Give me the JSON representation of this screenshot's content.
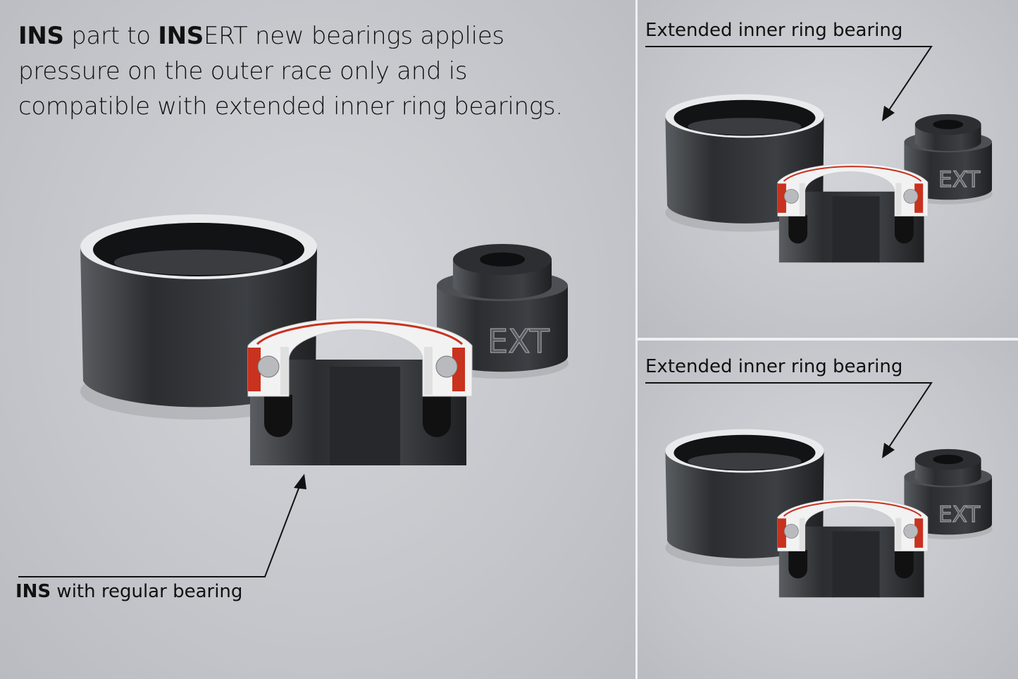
{
  "headline": {
    "line1_bold1": "INS",
    "line1_text1": " part to ",
    "line1_bold2": "INS",
    "line1_text2": "ERT new bearings applies",
    "line2": "pressure on the outer race only and is",
    "line3": "compatible with extended inner ring bearings."
  },
  "left_label": {
    "bold": "INS",
    "text": " with regular bearing"
  },
  "right_top_label": "Extended inner ring bearing",
  "right_bottom_label": "Extended inner ring bearing",
  "part_engraving": "EXT",
  "colors": {
    "background": "#c6c8cd",
    "metal": "#2e3033",
    "seal": "#c8321e",
    "divider": "#eef0f3"
  }
}
